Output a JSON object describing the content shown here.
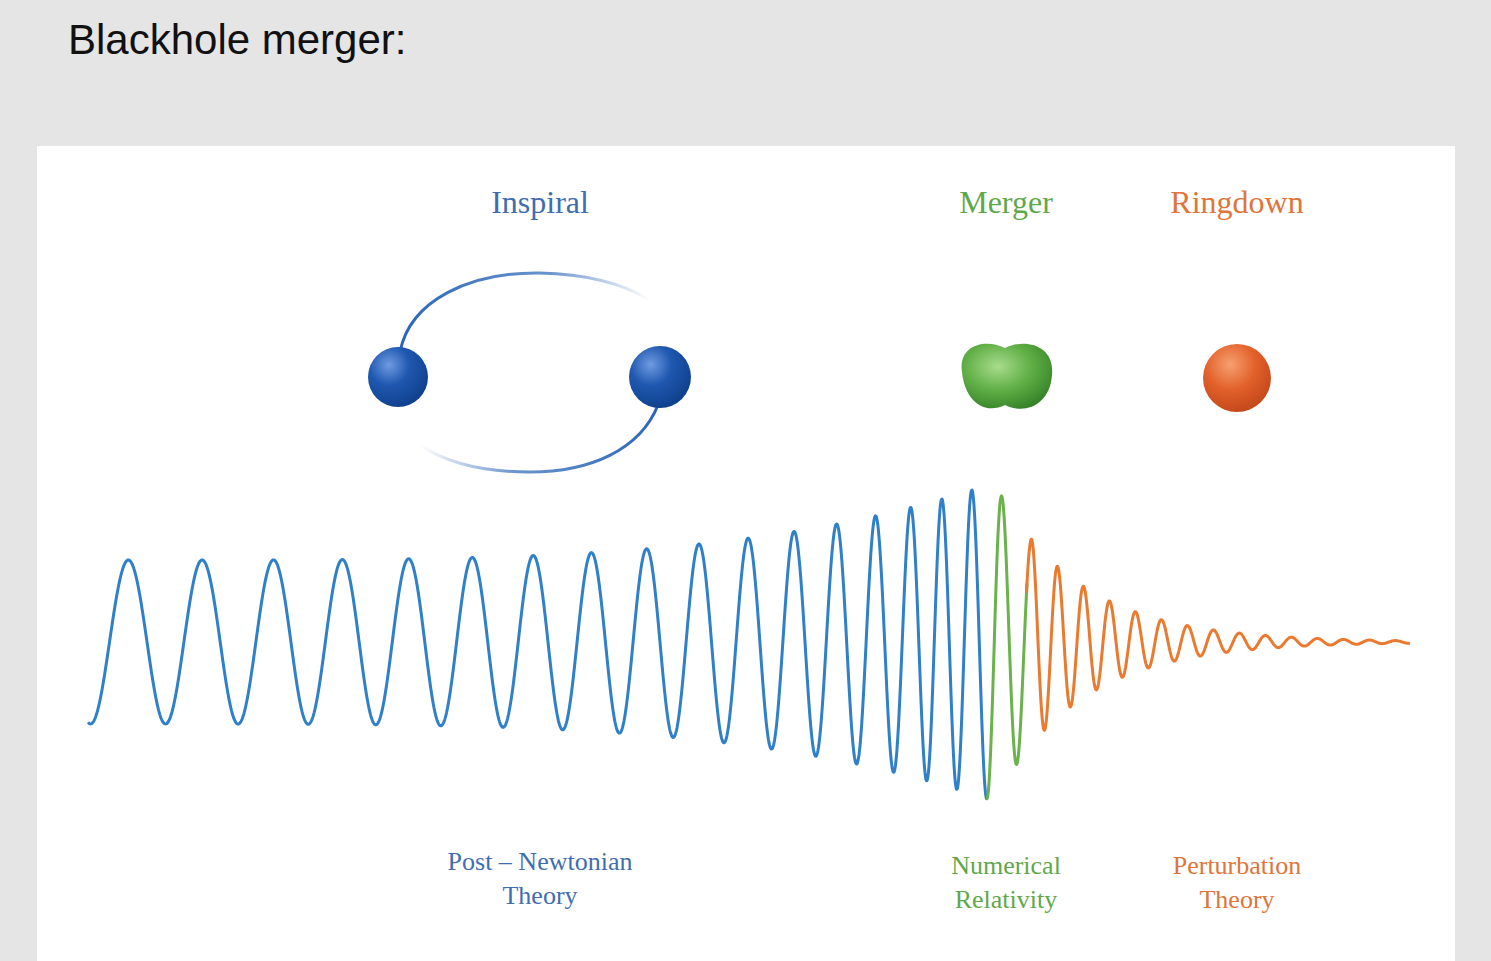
{
  "diagram": {
    "title": "Blackhole merger:",
    "labels": [
      "Inspiral",
      "Merger",
      "Ringdown",
      "Post – Newtonian Theory",
      "Numerical Relativity",
      "Perturbation Theory"
    ]
  }
}
